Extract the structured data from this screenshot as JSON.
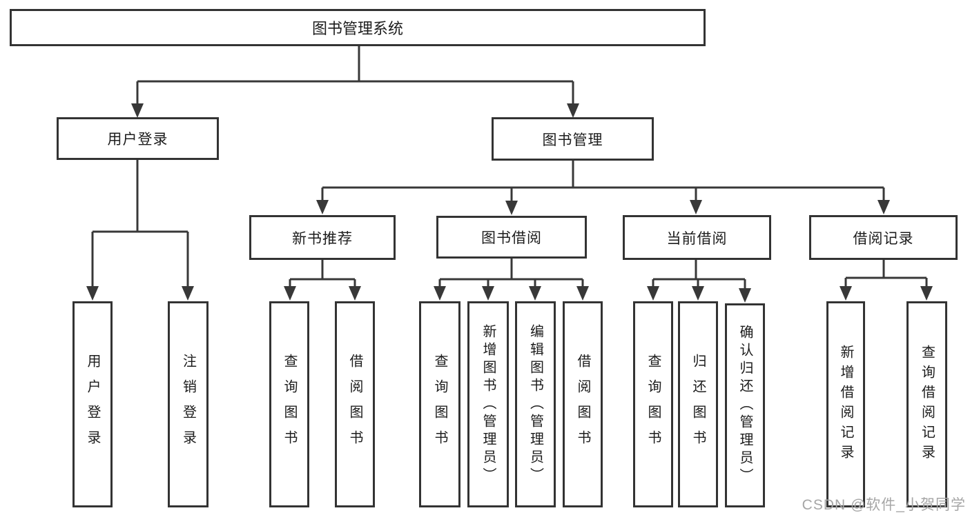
{
  "tree": {
    "root": "图书管理系统",
    "children": [
      {
        "label": "用户登录",
        "children": [
          "用户登录",
          "注销登录"
        ]
      },
      {
        "label": "图书管理",
        "children": [
          {
            "label": "新书推荐",
            "children": [
              "查询图书",
              "借阅图书"
            ]
          },
          {
            "label": "图书借阅",
            "children": [
              "查询图书",
              "新增图书（管理员）",
              "编辑图书（管理员）",
              "借阅图书"
            ]
          },
          {
            "label": "当前借阅",
            "children": [
              "查询图书",
              "归还图书",
              "确认归还（管理员）"
            ]
          },
          {
            "label": "借阅记录",
            "children": [
              "新增借阅记录",
              "查询借阅记录"
            ]
          }
        ]
      }
    ]
  },
  "watermark": "CSDN @软件_小贺同学",
  "colors": {
    "background": "#ffffff",
    "line": "#383838",
    "box_border": "#333333",
    "text": "#1c1c1c",
    "watermark": "#a6a6a6"
  }
}
